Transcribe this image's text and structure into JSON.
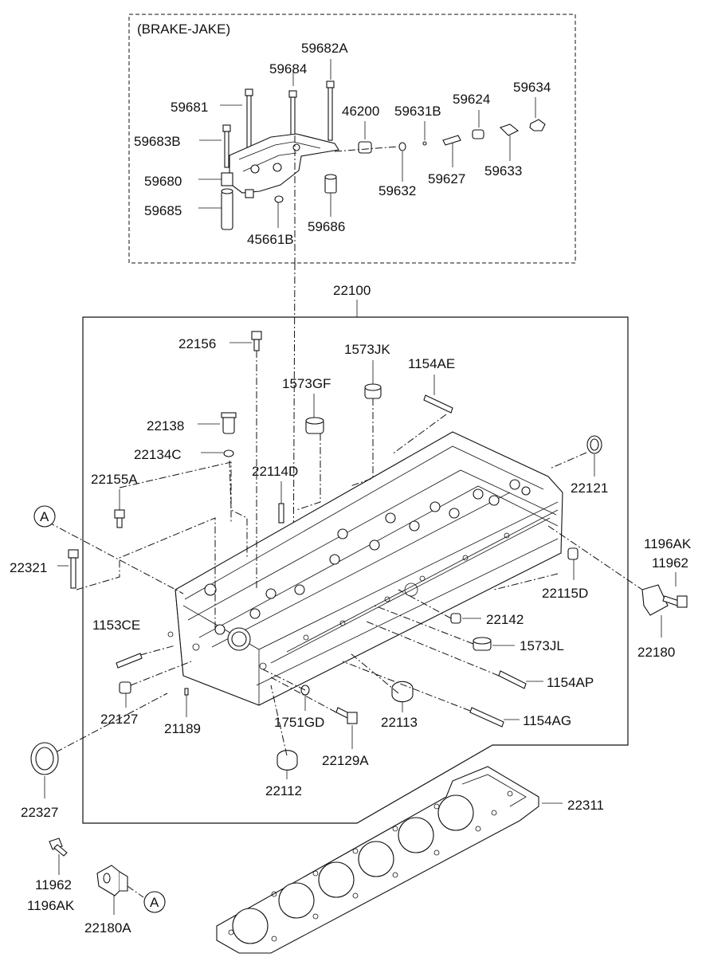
{
  "brake_jake": {
    "title": "(BRAKE-JAKE)",
    "labels": {
      "p59682A": "59682A",
      "p59684": "59684",
      "p59681": "59681",
      "p46200": "46200",
      "p59631B": "59631B",
      "p59624": "59624",
      "p59634": "59634",
      "p59683B": "59683B",
      "p59680": "59680",
      "p59685": "59685",
      "p45661B": "45661B",
      "p59686": "59686",
      "p59632": "59632",
      "p59627": "59627",
      "p59633": "59633"
    }
  },
  "head": {
    "label_main": "22100",
    "labels": {
      "p22156": "22156",
      "p1573JK": "1573JK",
      "p1154AE": "1154AE",
      "p1573GF": "1573GF",
      "p22138": "22138",
      "p22134C": "22134C",
      "p22114D": "22114D",
      "p22155A": "22155A",
      "p22121": "22121",
      "p22321": "22321",
      "p22115D": "22115D",
      "p22142": "22142",
      "p1153CE": "1153CE",
      "p1573JL": "1573JL",
      "p1154AP": "1154AP",
      "p22127": "22127",
      "p21189": "21189",
      "p1751GD": "1751GD",
      "p22113": "22113",
      "p1154AG": "1154AG",
      "p22129A": "22129A",
      "p22112": "22112"
    }
  },
  "outside": {
    "labels": {
      "p1196AK_r": "1196AK",
      "p11962_r": "11962",
      "p22180": "22180",
      "p22327": "22327",
      "p22311": "22311",
      "p11962_l": "11962",
      "p1196AK_l": "1196AK",
      "p22180A": "22180A"
    },
    "ref_marker": "A"
  }
}
